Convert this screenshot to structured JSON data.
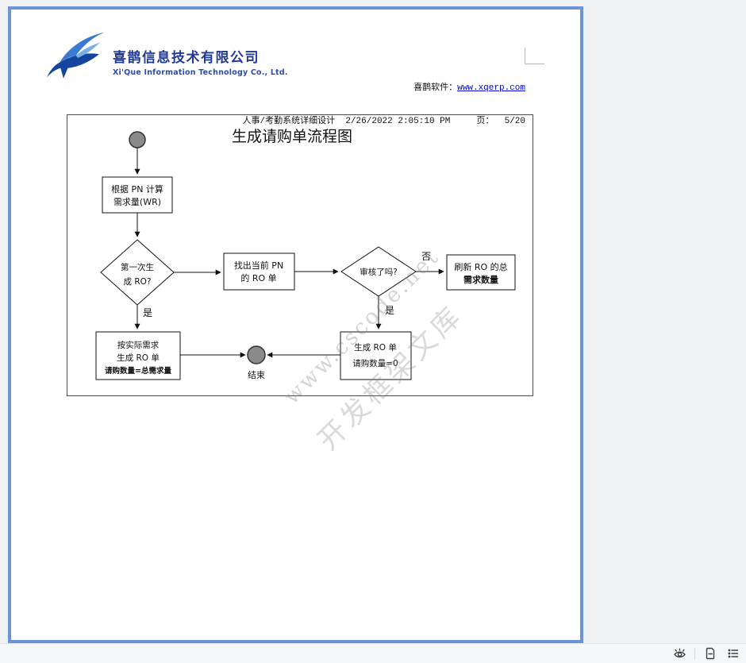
{
  "header": {
    "company_cn": "喜鹊信息技术有限公司",
    "company_en": "Xi'Que Information Technology Co., Ltd.",
    "software_label": "喜鹊软件：",
    "software_url": "www.xqerp.com",
    "doc_title": "人事/考勤系统详细设计",
    "datetime": "2/26/2022 2:05:10 PM",
    "page_label": "页：",
    "page_value": "5/20"
  },
  "flowchart": {
    "title": "生成请购单流程图",
    "box_calc_line1": "根据 PN 计算",
    "box_calc_line2": "需求量(WR)",
    "diamond_first_line1": "第一次生",
    "diamond_first_line2": "成 RO?",
    "box_find_line1": "找出当前 PN",
    "box_find_line2": "的 RO 单",
    "diamond_audit": "审核了吗?",
    "label_no": "否",
    "label_yes_audit": "是",
    "label_yes_first": "是",
    "box_refresh_line1": "刷新 RO 的总",
    "box_refresh_line2": "需求数量",
    "box_gen_line1": "生成 RO 单",
    "box_gen_line2": "请购数量=0",
    "box_actual_line1": "按实际需求",
    "box_actual_line2": "生成 RO 单",
    "box_actual_line3": "请购数量=总需求量",
    "end_label": "结束"
  },
  "watermark": {
    "line1": "www.cscode.net",
    "line2": "开发框架文库"
  },
  "toolbar": {
    "icons": [
      "eye-icon",
      "document-icon",
      "list-icon"
    ]
  },
  "colors": {
    "page_border": "#6b93d6",
    "background": "#eff0f2",
    "node_gray": "#8a8a8a",
    "link_blue": "#0000cc",
    "brand_blue": "#223a94"
  }
}
